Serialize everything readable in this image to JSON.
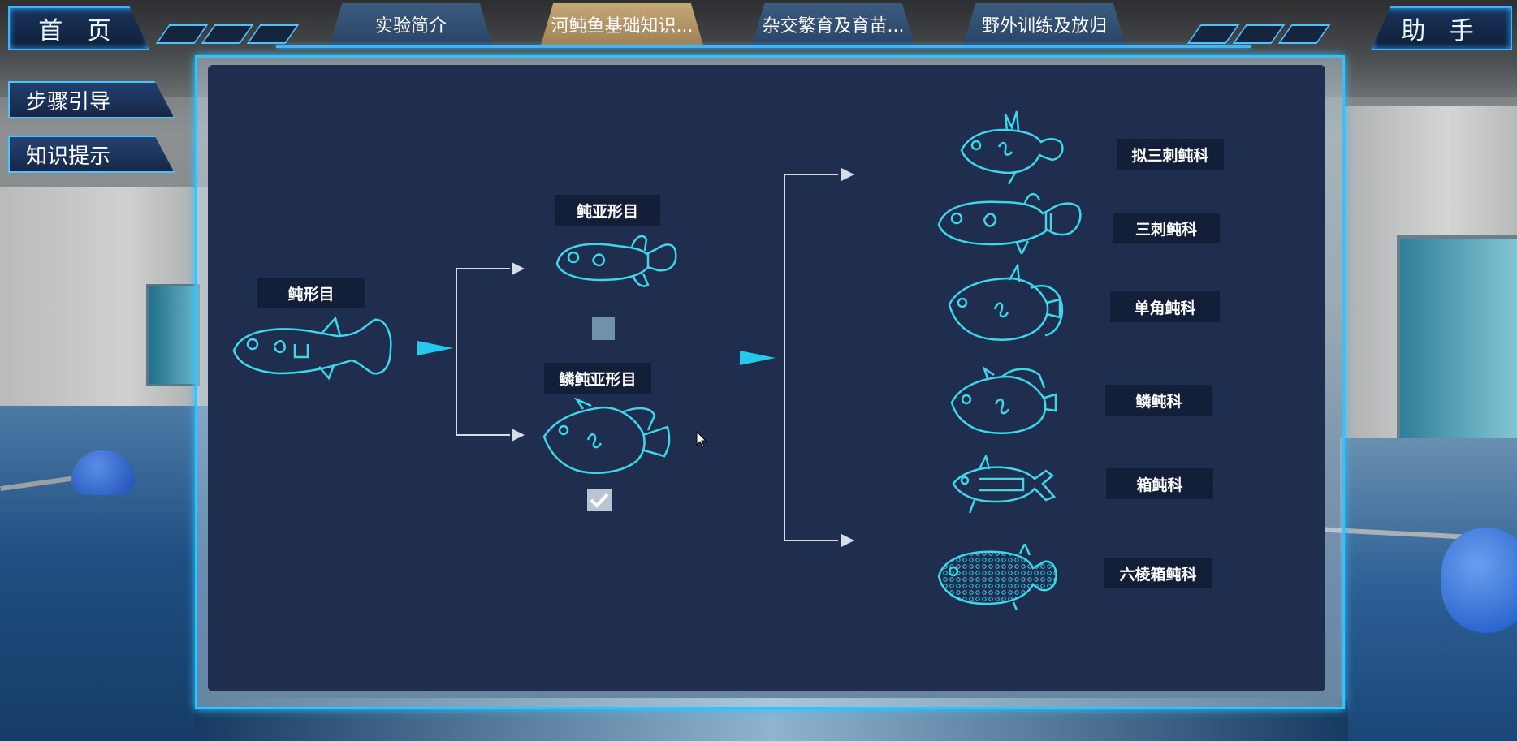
{
  "nav": {
    "home": "首 页",
    "assistant": "助 手",
    "tabs": [
      {
        "label": "实验简介",
        "active": false
      },
      {
        "label": "河鲀鱼基础知识...",
        "active": true
      },
      {
        "label": "杂交繁育及育苗...",
        "active": false
      },
      {
        "label": "野外训练及放归",
        "active": false
      }
    ]
  },
  "side": {
    "step_guide": "步骤引导",
    "knowledge_tips": "知识提示"
  },
  "tree": {
    "root": "鲀形目",
    "suborders": [
      "鲀亚形目",
      "鳞鲀亚形目"
    ],
    "suborder_selected": [
      false,
      true
    ],
    "families": [
      "拟三刺鲀科",
      "三刺鲀科",
      "单角鲀科",
      "鳞鲀科",
      "箱鲀科",
      "六棱箱鲀科"
    ]
  },
  "icons": {
    "fish": "fish-outline-icon",
    "arrow": "triangle-arrow-icon",
    "check": "checkmark-icon",
    "cursor": "mouse-pointer-icon"
  },
  "colors": {
    "accent_cyan": "#2fc3ff",
    "panel_bg": "#1f2e4f",
    "label_bg": "#131f38",
    "fish_stroke": "#3fd6ea",
    "active_tab": "#c6a777",
    "tab_bg": "#3a5b7f"
  }
}
